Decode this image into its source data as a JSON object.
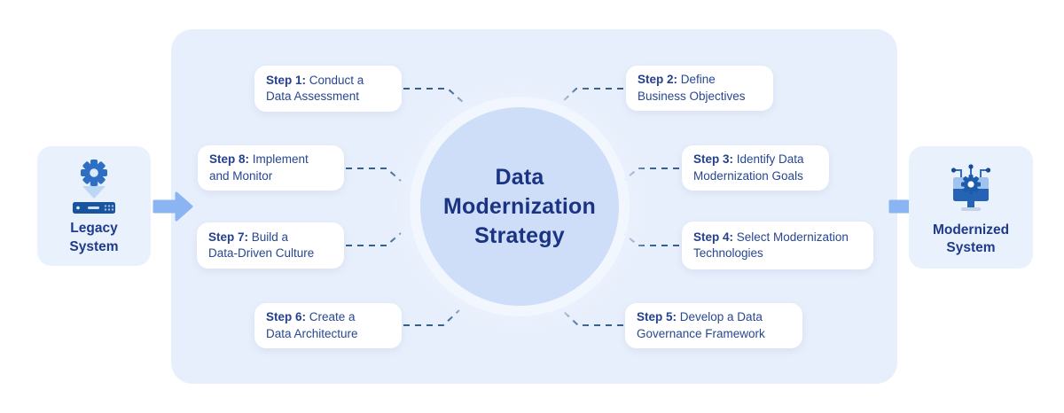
{
  "diagram": {
    "center_title_lines": [
      "Data",
      "Modernization",
      "Strategy"
    ],
    "legacy": {
      "label_line1": "Legacy",
      "label_line2": "System",
      "icon": "gear-server-icon"
    },
    "modernized": {
      "label_line1": "Modernized",
      "label_line2": "System",
      "icon": "monitor-gear-circuit-icon"
    },
    "steps": [
      {
        "id": 1,
        "prefix": "Step 1: ",
        "line1": "Conduct a",
        "line2": "Data Assessment"
      },
      {
        "id": 2,
        "prefix": "Step 2: ",
        "line1": "Define",
        "line2": "Business Objectives"
      },
      {
        "id": 3,
        "prefix": "Step 3: ",
        "line1": "Identify Data",
        "line2": "Modernization Goals"
      },
      {
        "id": 4,
        "prefix": "Step 4: ",
        "line1": "Select Modernization",
        "line2": "Technologies"
      },
      {
        "id": 5,
        "prefix": "Step 5: ",
        "line1": "Develop a Data",
        "line2": "Governance Framework"
      },
      {
        "id": 6,
        "prefix": "Step 6: ",
        "line1": "Create a",
        "line2": "Data Architecture"
      },
      {
        "id": 7,
        "prefix": "Step 7: ",
        "line1": "Build a",
        "line2": "Data-Driven Culture"
      },
      {
        "id": 8,
        "prefix": "Step 8: ",
        "line1": "Implement",
        "line2": "and Monitor"
      }
    ],
    "colors": {
      "panel_bg": "#e8effc",
      "circle_bg": "#cfdef8",
      "side_card_bg": "#e9f1fd",
      "step_card_bg": "#ffffff",
      "title_navy": "#1b3383",
      "step_text_blue": "#27478f",
      "dash_slate": "#35618e",
      "flow_arrow_blue": "#8ab5f2",
      "icon_blue": "#2e6fc4",
      "icon_dark_navy": "#19549f"
    }
  }
}
